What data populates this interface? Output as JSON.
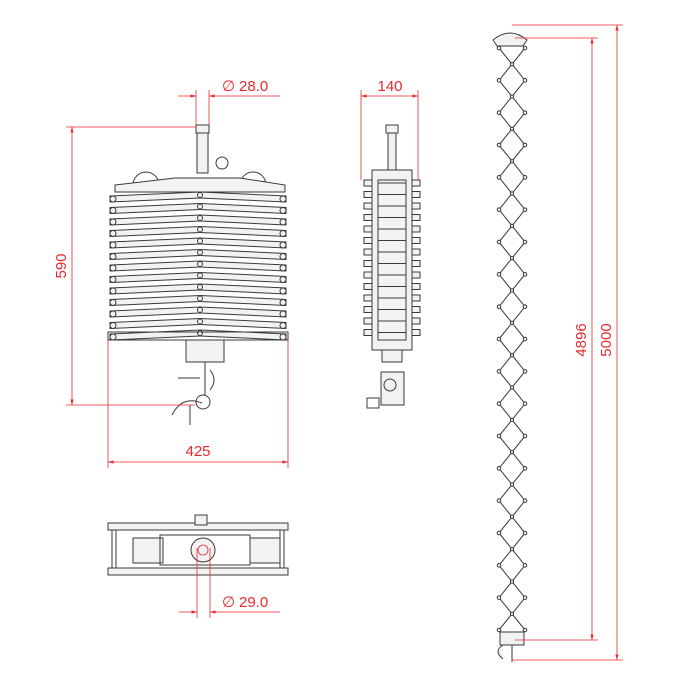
{
  "dimensions": {
    "front_diameter": "28.0",
    "front_height": "590",
    "front_width": "425",
    "side_depth": "140",
    "bottom_diameter": "29.0",
    "extended_inner": "4896",
    "extended_overall": "5000"
  },
  "diameter_symbol": "∅",
  "colors": {
    "dimension": "#e8282e",
    "outline": "#3a3a3a"
  }
}
